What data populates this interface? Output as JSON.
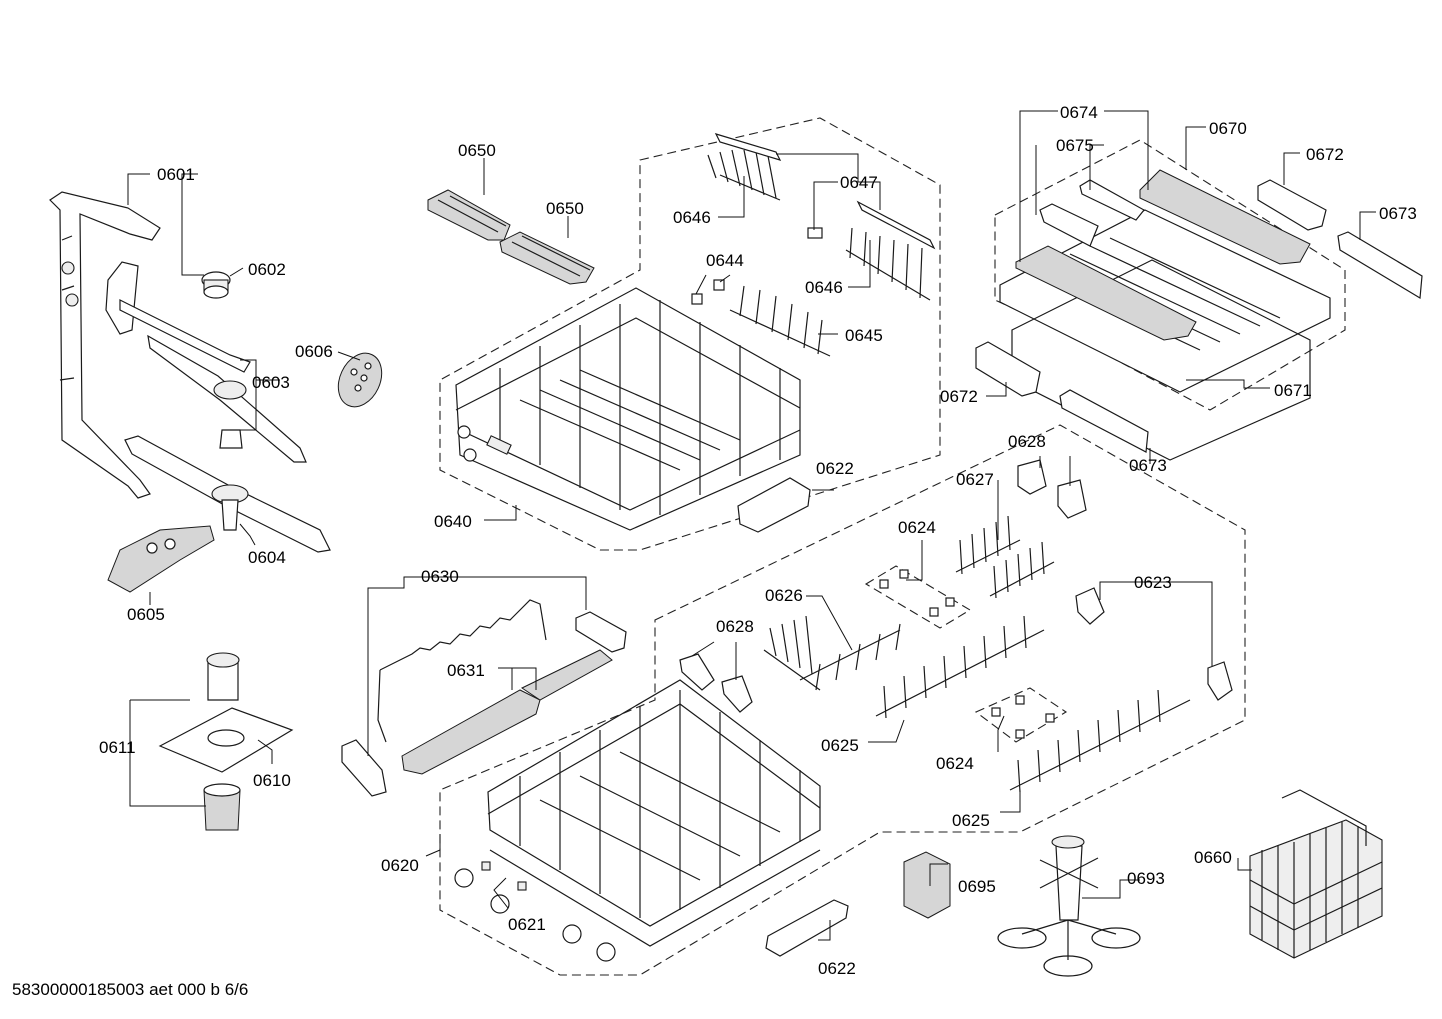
{
  "document_id": "58300000185003 aet 000 b 6/6",
  "part_labels": {
    "p0601": "0601",
    "p0602": "0602",
    "p0603": "0603",
    "p0604": "0604",
    "p0605": "0605",
    "p0606": "0606",
    "p0610": "0610",
    "p0611": "0611",
    "p0620": "0620",
    "p0621": "0621",
    "p0622a": "0622",
    "p0622b": "0622",
    "p0623": "0623",
    "p0624a": "0624",
    "p0624b": "0624",
    "p0625a": "0625",
    "p0625b": "0625",
    "p0626": "0626",
    "p0627": "0627",
    "p0628a": "0628",
    "p0628b": "0628",
    "p0630": "0630",
    "p0631": "0631",
    "p0640": "0640",
    "p0644": "0644",
    "p0645": "0645",
    "p0646a": "0646",
    "p0646b": "0646",
    "p0647": "0647",
    "p0650a": "0650",
    "p0650b": "0650",
    "p0660": "0660",
    "p0670": "0670",
    "p0671": "0671",
    "p0672a": "0672",
    "p0672b": "0672",
    "p0673a": "0673",
    "p0673b": "0673",
    "p0674": "0674",
    "p0675": "0675",
    "p0693": "0693",
    "p0695": "0695"
  }
}
